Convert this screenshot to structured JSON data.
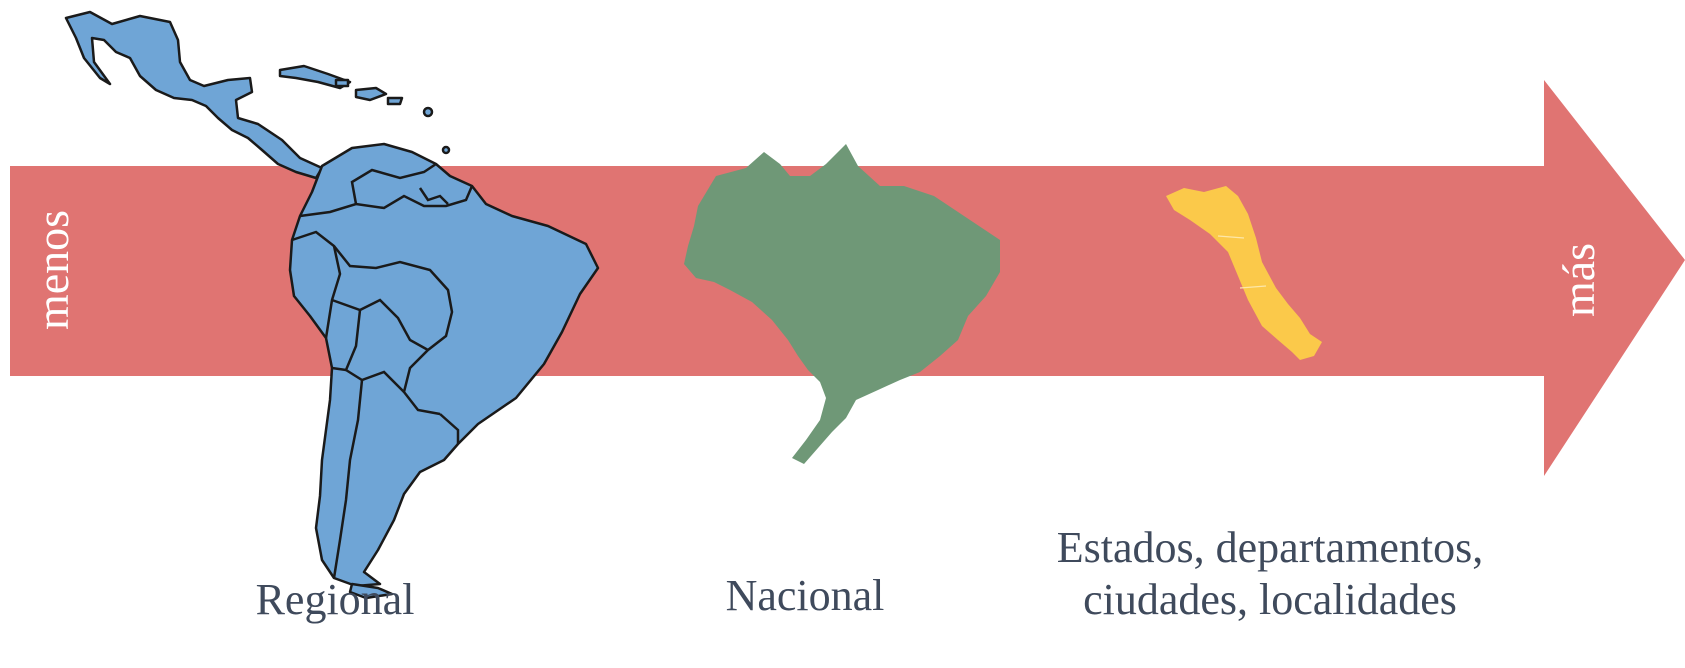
{
  "arrow": {
    "label_low": "menos",
    "label_high": "más",
    "color": "#e07472"
  },
  "maps": [
    {
      "name": "Regional",
      "icon": "latin-america-map-icon",
      "color": "#6fa5d6"
    },
    {
      "name": "Nacional",
      "icon": "brazil-map-icon",
      "color": "#6f9877"
    },
    {
      "name": "Estados, departamentos, ciudades, localidades",
      "icon": "baja-california-map-icon",
      "color": "#fbc94a"
    }
  ],
  "captions": {
    "regional": "Regional",
    "national": "Nacional",
    "local_line1": "Estados, departamentos,",
    "local_line2": "ciudades, localidades"
  },
  "colors": {
    "caption_text": "#3f4a5c",
    "map_outline": "#1a1a1a"
  }
}
